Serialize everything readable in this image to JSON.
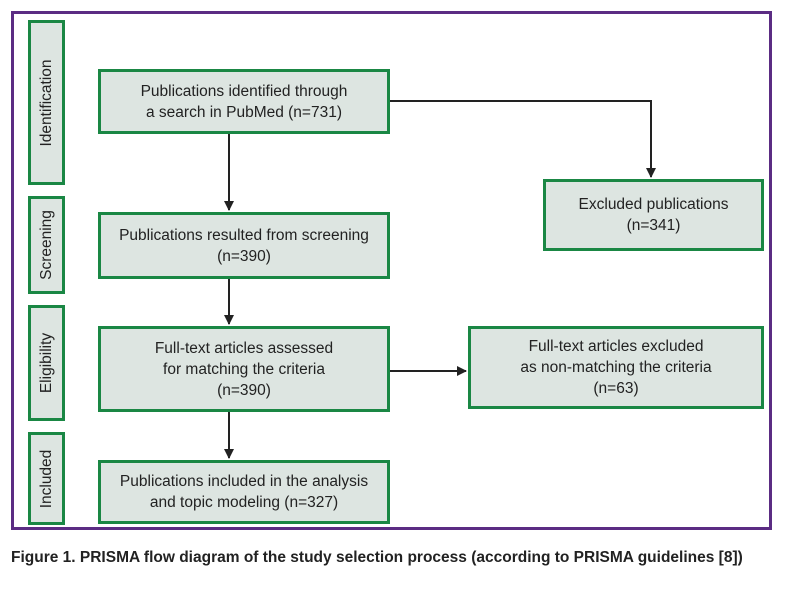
{
  "stages": {
    "identification": "Identification",
    "screening": "Screening",
    "eligibility": "Eligibility",
    "included": "Included"
  },
  "boxes": {
    "identified": {
      "line1": "Publications identified through",
      "line2": "a search in PubMed (n=731)"
    },
    "excluded": {
      "line1": "Excluded publications",
      "line2": "(n=341)"
    },
    "screened": {
      "line1": "Publications resulted from screening",
      "line2": "(n=390)"
    },
    "assessed": {
      "line1": "Full-text articles assessed",
      "line2": "for matching the criteria",
      "line3": "(n=390)"
    },
    "fulltext_excluded": {
      "line1": "Full-text articles excluded",
      "line2": "as non-matching the criteria",
      "line3": "(n=63)"
    },
    "included": {
      "line1": "Publications included in the analysis",
      "line2": "and topic modeling (n=327)"
    }
  },
  "caption": "Figure 1. PRISMA flow diagram of the study selection process (according to PRISMA guidelines [8])",
  "colors": {
    "frame": "#5b2c83",
    "box_border": "#1a8744",
    "box_fill": "#dde5e1",
    "arrow": "#222222"
  }
}
